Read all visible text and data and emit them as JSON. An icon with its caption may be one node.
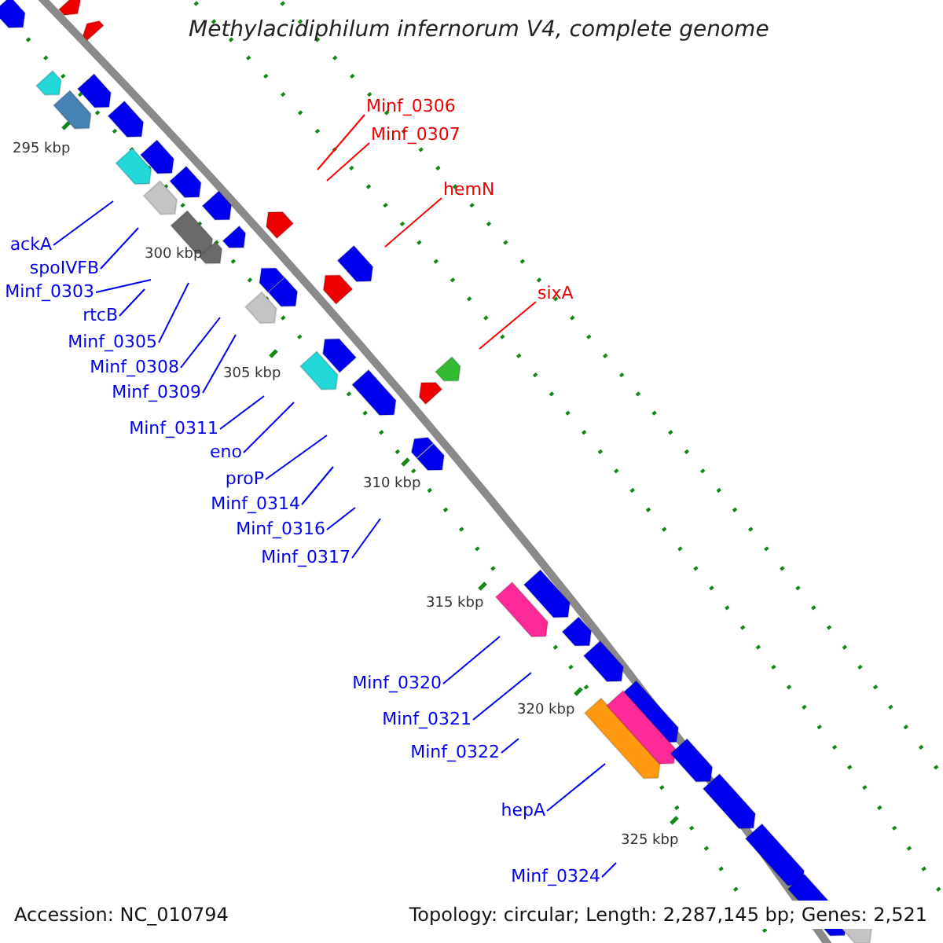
{
  "diagram": {
    "title": "Methylacidiphilum infernorum V4, complete genome",
    "nodes": [
      {
        "text": [
          "Minf_0306"
        ]
      },
      {
        "text": [
          "Minf_0307"
        ]
      },
      {
        "text": [
          "hemN"
        ]
      },
      {
        "text": [
          "ackA"
        ]
      },
      {
        "text": [
          "spoIVFB"
        ]
      },
      {
        "text": [
          "sixA"
        ]
      },
      {
        "text": [
          "Minf_0303"
        ]
      },
      {
        "text": [
          "rtcB"
        ]
      },
      {
        "text": [
          "Minf_0305"
        ]
      },
      {
        "text": [
          "Minf_0308"
        ]
      },
      {
        "text": [
          "Minf_0309"
        ]
      },
      {
        "text": [
          "Minf_0311"
        ]
      },
      {
        "text": [
          "eno"
        ]
      },
      {
        "text": [
          "proP"
        ]
      },
      {
        "text": [
          "Minf_0314"
        ]
      },
      {
        "text": [
          "Minf_0316"
        ]
      },
      {
        "text": [
          "Minf_0317"
        ]
      },
      {
        "text": [
          "Minf_0320"
        ]
      },
      {
        "text": [
          "Minf_0321"
        ]
      },
      {
        "text": [
          "Minf_0322"
        ]
      },
      {
        "text": [
          "hepA"
        ]
      },
      {
        "text": [
          "Minf_0324"
        ]
      }
    ],
    "edges": [
      {
        "from": 0,
        "to": null,
        "arrow": "none",
        "color": "#ff0000"
      },
      {
        "from": 1,
        "to": null,
        "arrow": "none",
        "color": "#ff0000"
      },
      {
        "from": 2,
        "to": null,
        "arrow": "none",
        "color": "#ff0000"
      },
      {
        "from": 3,
        "to": null,
        "arrow": "none"
      },
      {
        "from": 4,
        "to": null,
        "arrow": "none"
      },
      {
        "from": 5,
        "to": null,
        "arrow": "none",
        "color": "#ff0000"
      },
      {
        "from": 6,
        "to": null,
        "arrow": "none"
      },
      {
        "from": 7,
        "to": null,
        "arrow": "none"
      },
      {
        "from": 8,
        "to": null,
        "arrow": "none"
      },
      {
        "from": 9,
        "to": null,
        "arrow": "none"
      },
      {
        "from": 10,
        "to": null,
        "arrow": "none"
      },
      {
        "from": 11,
        "to": null,
        "arrow": "none"
      },
      {
        "from": 12,
        "to": null,
        "arrow": "none"
      },
      {
        "from": 13,
        "to": null,
        "arrow": "none"
      },
      {
        "from": 14,
        "to": null,
        "arrow": "none"
      },
      {
        "from": 15,
        "to": null,
        "arrow": "none"
      },
      {
        "from": 16,
        "to": null,
        "arrow": "none"
      },
      {
        "from": 17,
        "to": null,
        "arrow": "none"
      },
      {
        "from": 18,
        "to": null,
        "arrow": "none"
      },
      {
        "from": 19,
        "to": null,
        "arrow": "none"
      },
      {
        "from": 20,
        "to": null,
        "arrow": "none"
      },
      {
        "from": 21,
        "to": null,
        "arrow": "none"
      }
    ],
    "labels": [
      "295 kbp",
      "300 kbp",
      "305 kbp",
      "310 kbp",
      "315 kbp",
      "320 kbp",
      "325 kbp",
      "Accession: NC_010794",
      "Topology: circular; Length: 2,287,145 bp; Genes: 2,521"
    ]
  }
}
